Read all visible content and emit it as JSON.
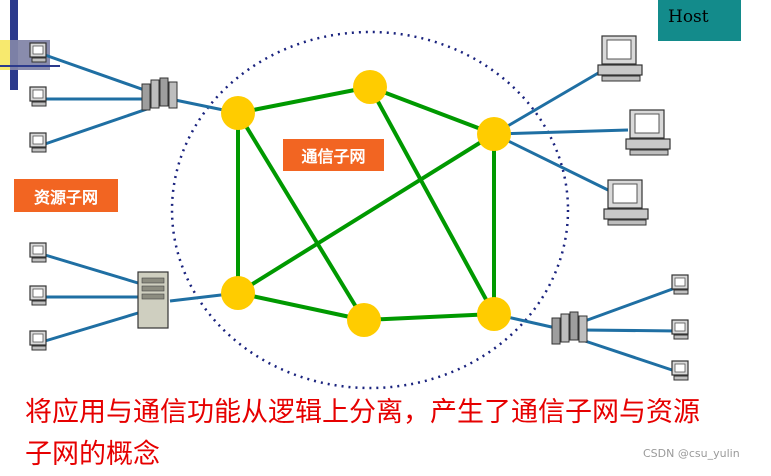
{
  "labels": {
    "comm_subnet": "通信子网",
    "resource_subnet": "资源子网",
    "host": "Host"
  },
  "caption": "将应用与通信功能从逻辑上分离，产生了通信子网与资源子网的概念",
  "watermark": "CSDN @csu_yulin",
  "colors": {
    "node": "#ffcc00",
    "link": "#009900",
    "access_link": "#1f6fa3",
    "boundary": "#1a237e",
    "label_bg": "#f26522",
    "host_bg": "#138b8b",
    "caption": "#e60000"
  },
  "icons": [
    "router-icon",
    "server-icon",
    "computer-icon",
    "terminal-icon",
    "switch-icon"
  ]
}
